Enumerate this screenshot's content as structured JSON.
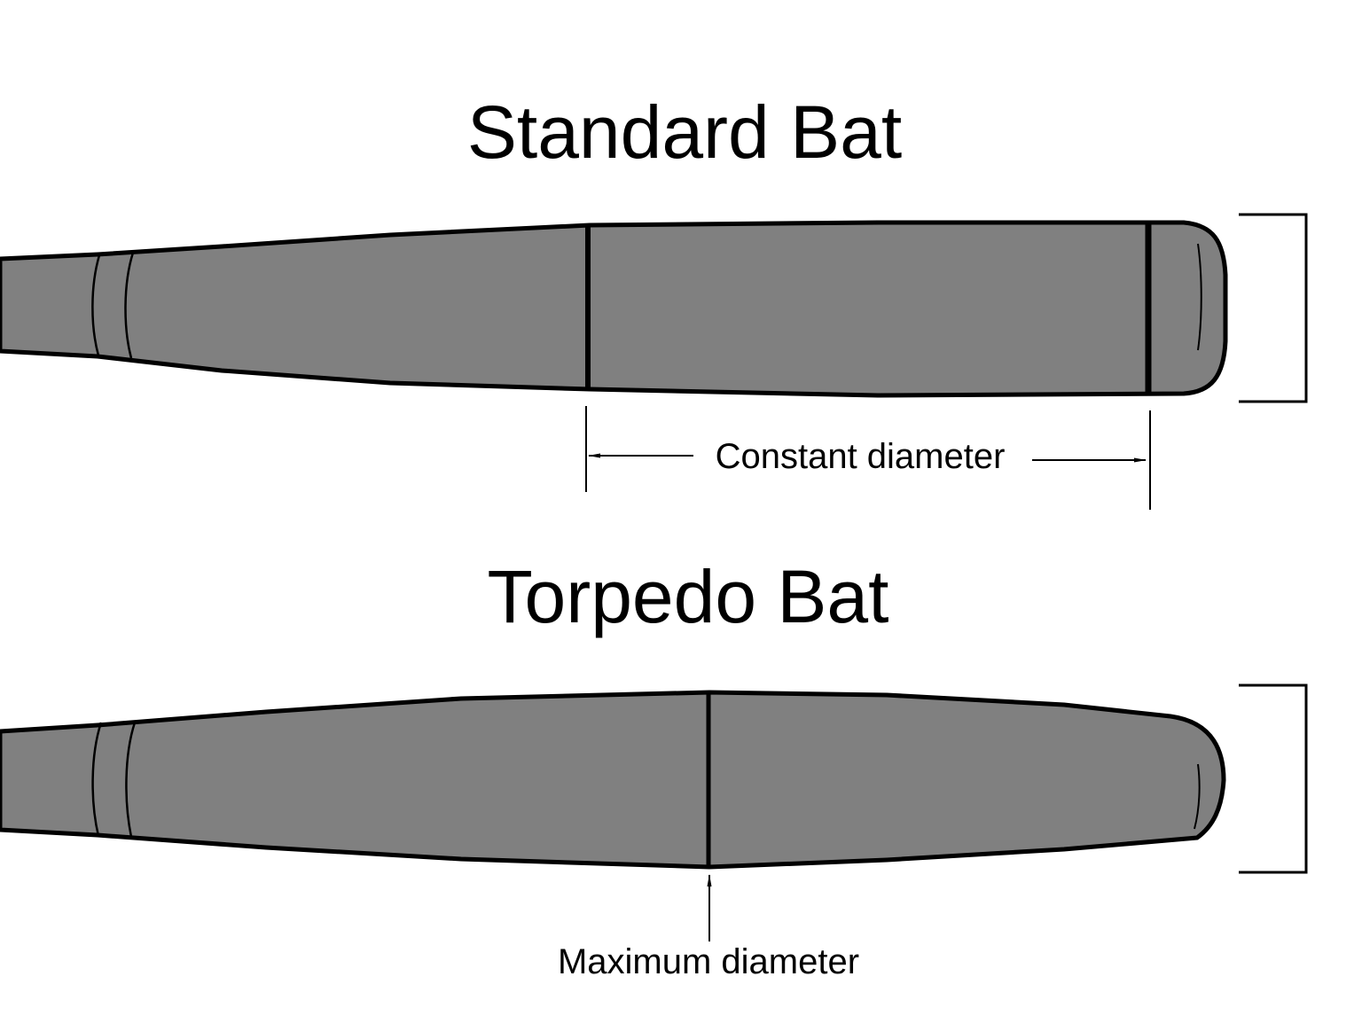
{
  "colors": {
    "bat_fill": "#808080",
    "outline": "#000000",
    "background": "#ffffff"
  },
  "standard_bat": {
    "title": "Standard Bat",
    "label": "Constant diameter"
  },
  "torpedo_bat": {
    "title": "Torpedo Bat",
    "label": "Maximum diameter"
  }
}
